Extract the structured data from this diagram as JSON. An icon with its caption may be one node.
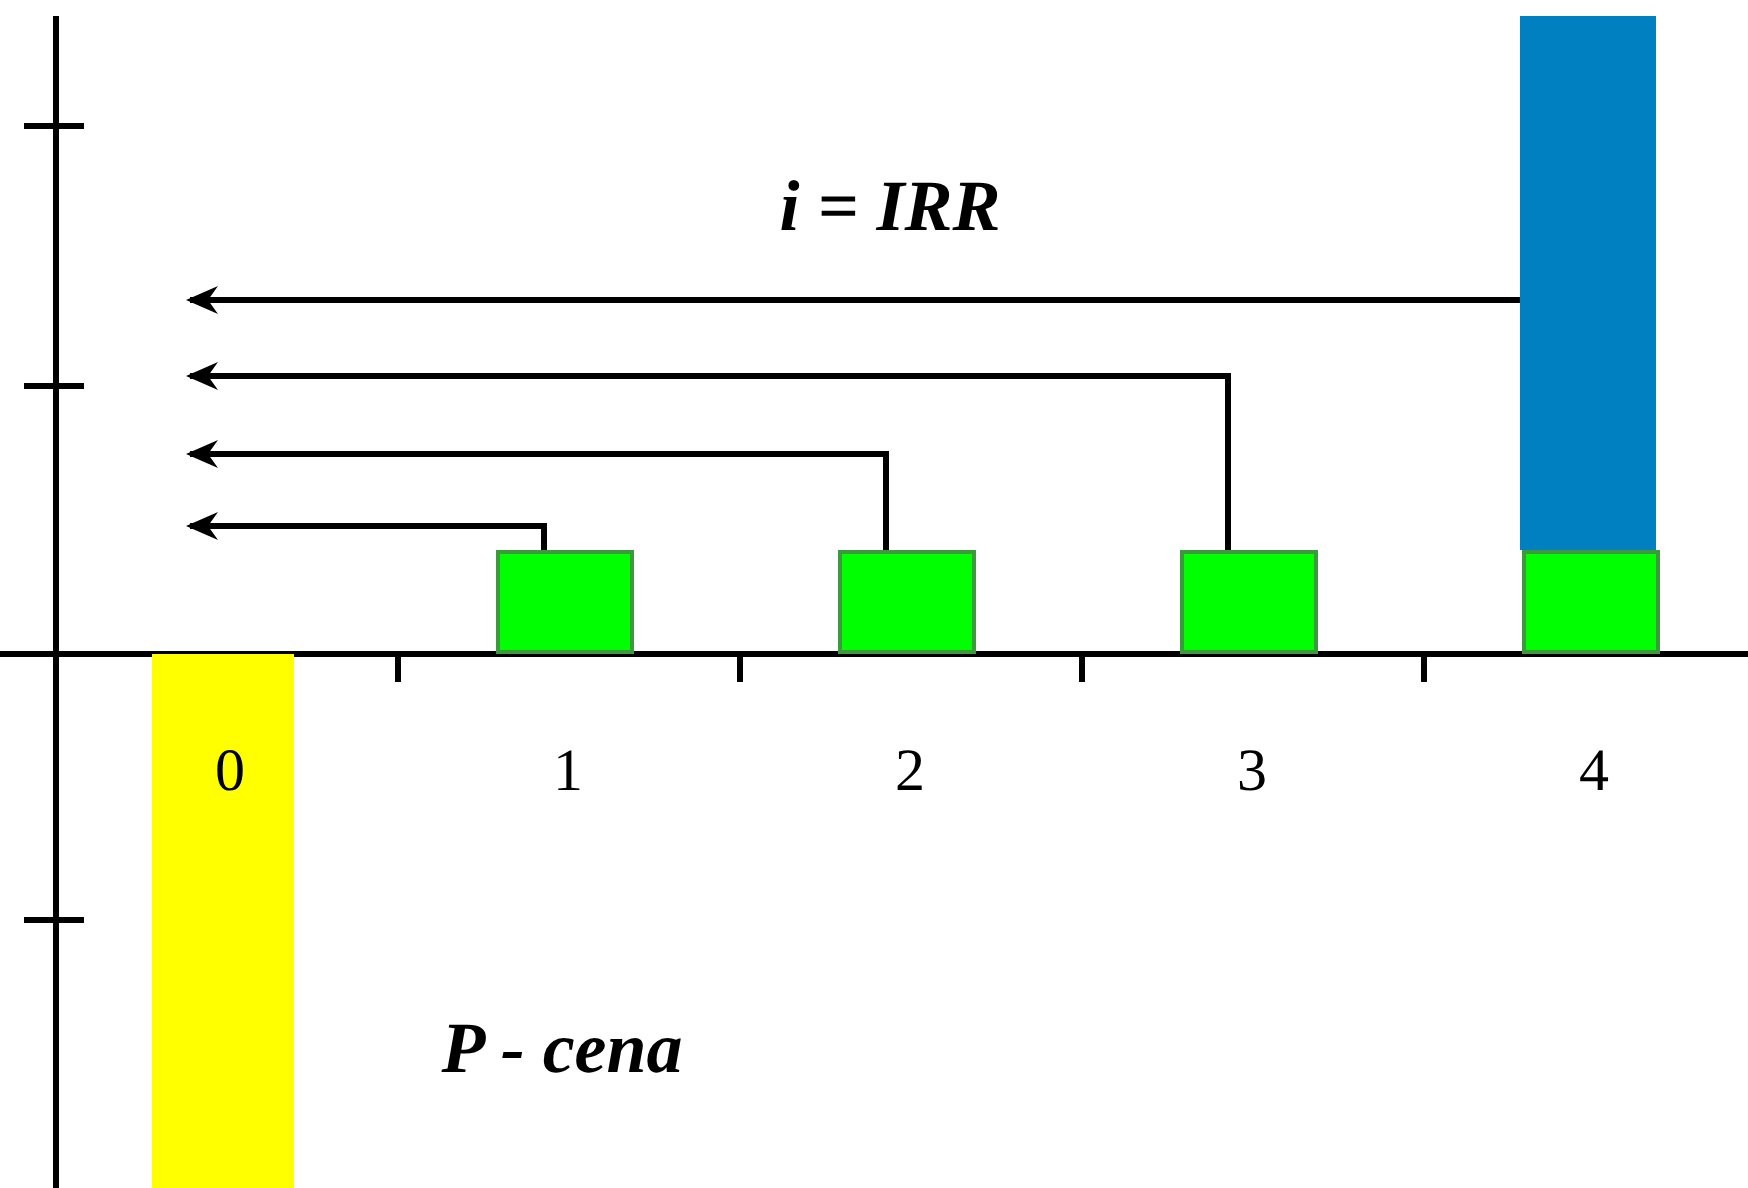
{
  "diagram": {
    "nodes": [
      {
        "text": [],
        "shape": "bar"
      },
      {
        "text": [],
        "shape": "bar"
      },
      {
        "text": [],
        "shape": "bar"
      },
      {
        "text": [],
        "shape": "bar"
      },
      {
        "text": [],
        "shape": "bar"
      },
      {
        "text": [],
        "shape": "bar"
      }
    ],
    "edges": [
      {
        "from": 1,
        "to": null,
        "arrow": "to"
      },
      {
        "from": 2,
        "to": null,
        "arrow": "to"
      },
      {
        "from": 3,
        "to": null,
        "arrow": "to"
      },
      {
        "from": 5,
        "to": null,
        "arrow": "to"
      }
    ],
    "labels": [
      "i = IRR",
      "0",
      "1",
      "2",
      "3",
      "4",
      "P - cena"
    ]
  }
}
